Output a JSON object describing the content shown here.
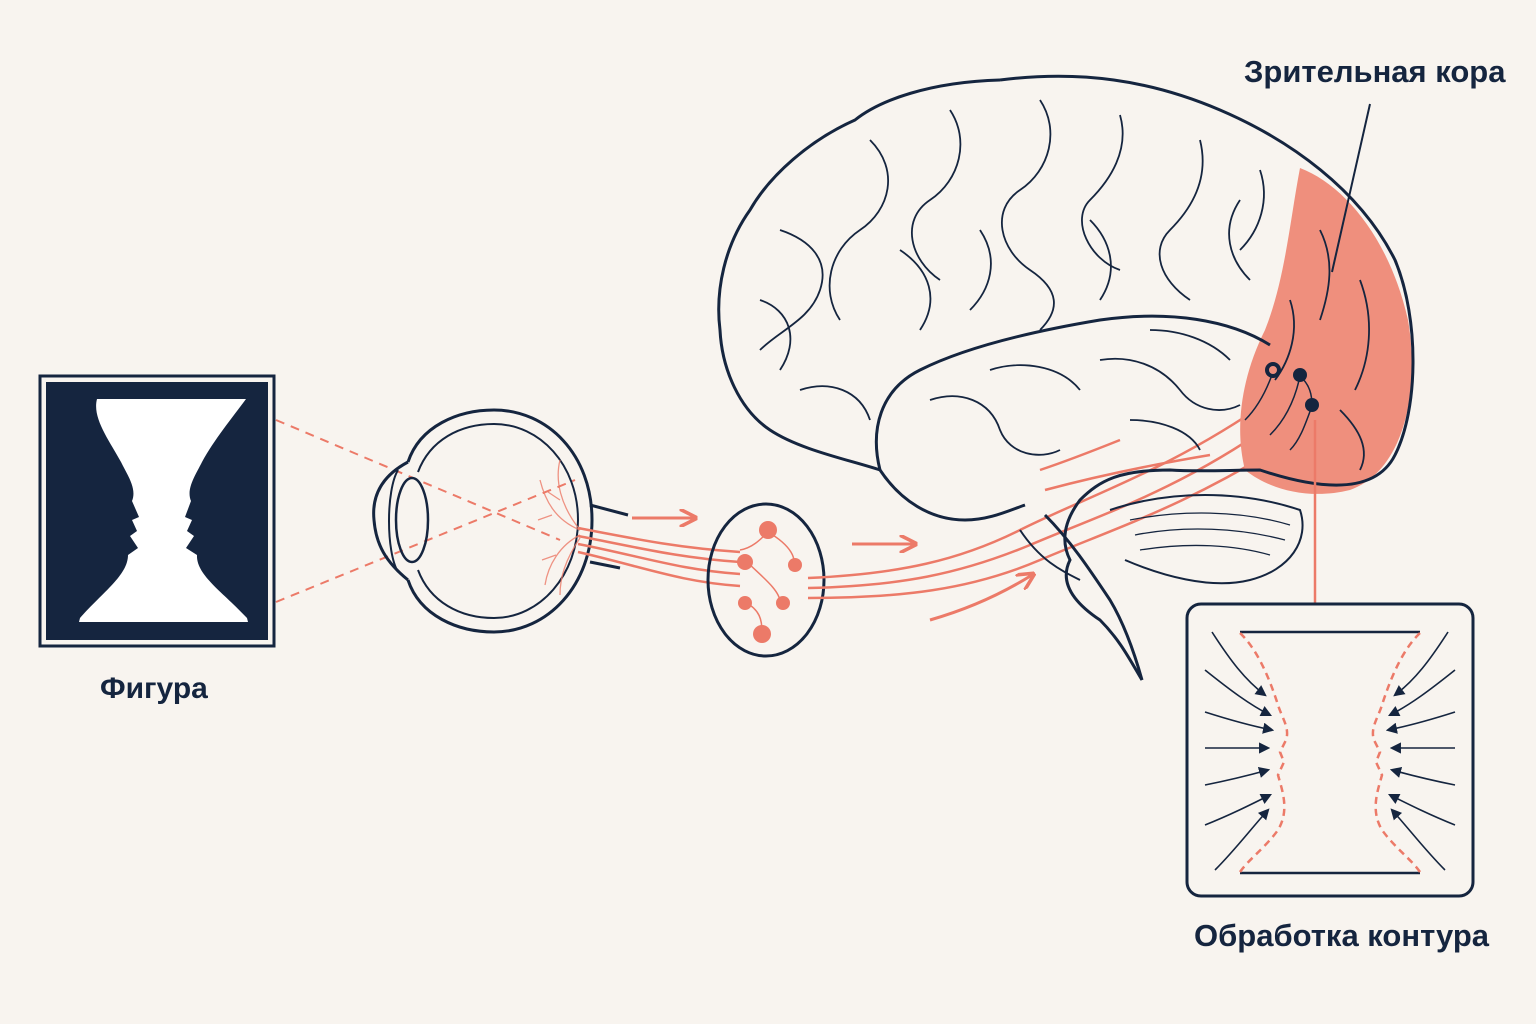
{
  "labels": {
    "figure": "Фигура",
    "visual_cortex": "Зрительная кора",
    "contour_processing": "Обработка контура"
  },
  "colors": {
    "background": "#f8f4ef",
    "ink": "#15253f",
    "accent": "#ec7a68",
    "cortex_fill": "#ef8f7d"
  }
}
